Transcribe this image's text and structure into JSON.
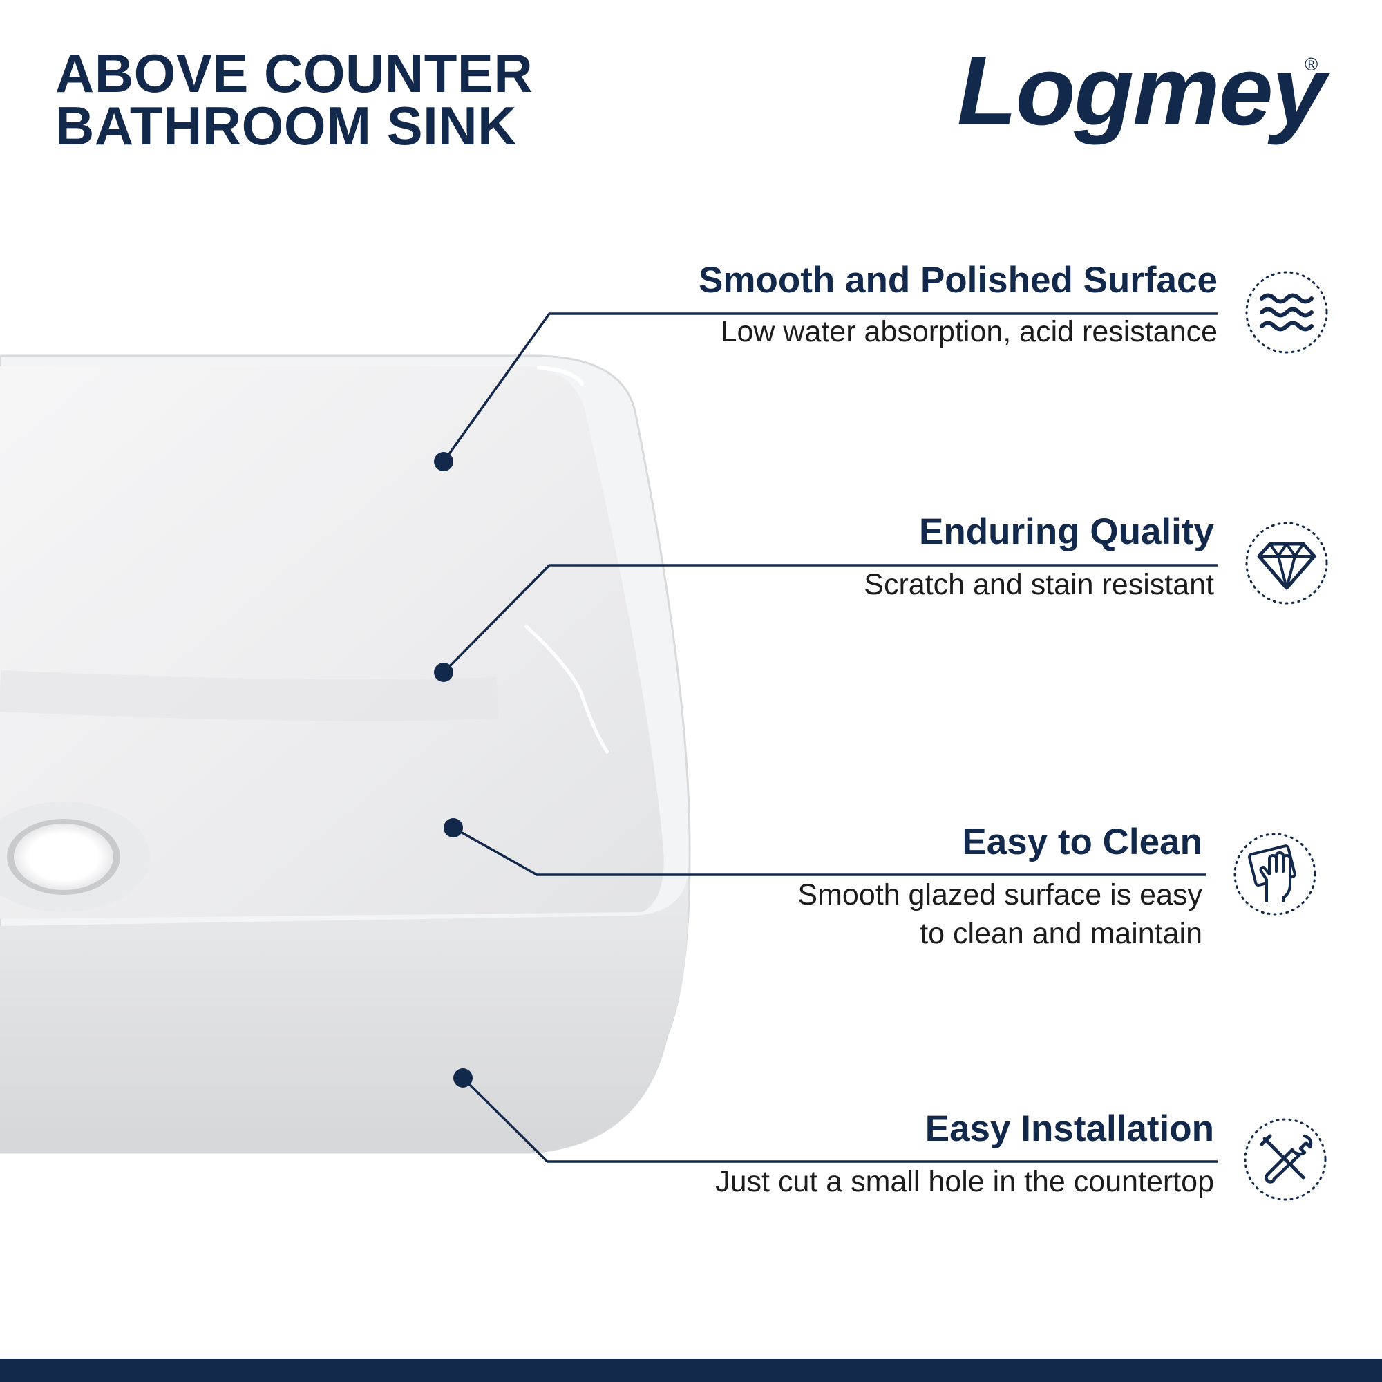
{
  "page": {
    "title_line1": "ABOVE COUNTER",
    "title_line2": "BATHROOM SINK",
    "brand": "Logmey",
    "brand_mark": "®"
  },
  "features": [
    {
      "title": "Smooth and Polished Surface",
      "desc": "Low water absorption, acid resistance",
      "icon": "waves-icon"
    },
    {
      "title": "Enduring Quality",
      "desc": "Scratch and stain resistant",
      "icon": "diamond-icon"
    },
    {
      "title": "Easy to Clean",
      "desc_line1": "Smooth glazed surface is easy",
      "desc_line2": "to clean and maintain",
      "icon": "hand-wipe-icon"
    },
    {
      "title": "Easy Installation",
      "desc": "Just cut a small hole in the countertop",
      "icon": "tools-icon"
    }
  ],
  "colors": {
    "navy": "#13294b",
    "sink_white": "#f1f2f3",
    "text_dark": "#1c1c1c"
  }
}
